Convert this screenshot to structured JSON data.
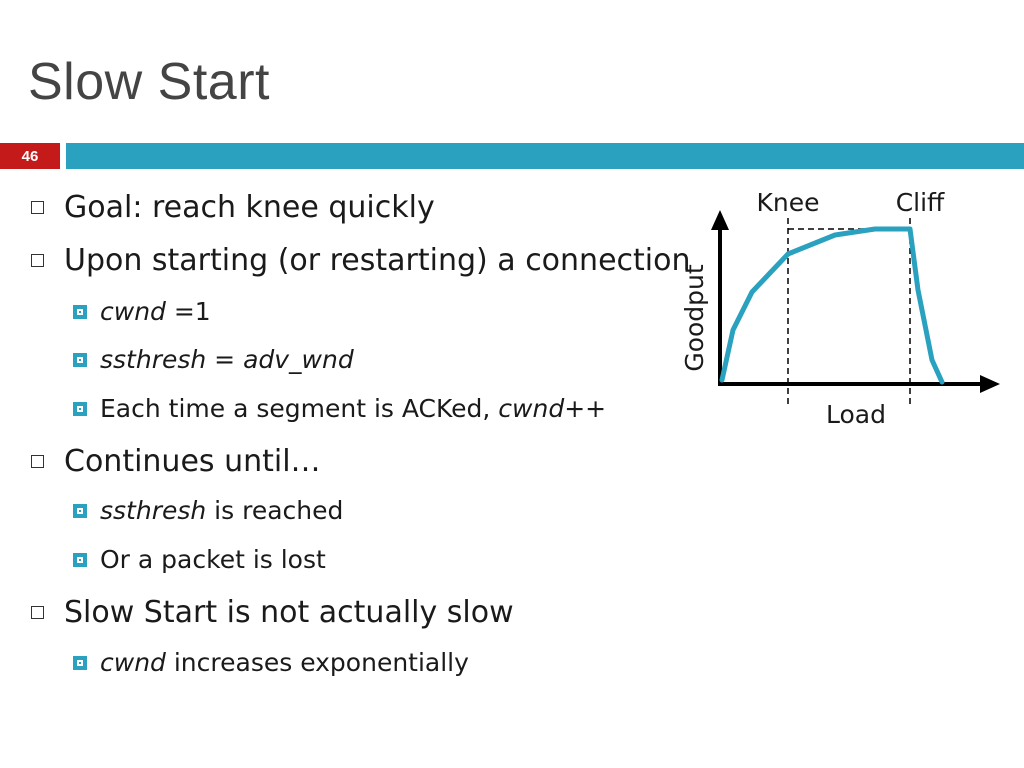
{
  "slide": {
    "title": "Slow Start",
    "number": "46",
    "accent_color": "#2aa2bf",
    "number_badge_color": "#c41a1a"
  },
  "bullets": [
    {
      "level": 1,
      "parts": [
        {
          "text": "Goal: reach knee quickly",
          "italic": false
        }
      ]
    },
    {
      "level": 1,
      "parts": [
        {
          "text": "Upon starting (or restarting) a connection",
          "italic": false
        }
      ]
    },
    {
      "level": 2,
      "parts": [
        {
          "text": "cwnd",
          "italic": true
        },
        {
          "text": " =1",
          "italic": false
        }
      ]
    },
    {
      "level": 2,
      "parts": [
        {
          "text": "ssthresh",
          "italic": true
        },
        {
          "text": " = ",
          "italic": false
        },
        {
          "text": "adv_wnd",
          "italic": true
        }
      ]
    },
    {
      "level": 2,
      "parts": [
        {
          "text": "Each time a segment is ACKed, ",
          "italic": false
        },
        {
          "text": "cwnd",
          "italic": true
        },
        {
          "text": "++",
          "italic": false
        }
      ]
    },
    {
      "level": 1,
      "parts": [
        {
          "text": "Continues until…",
          "italic": false
        }
      ]
    },
    {
      "level": 2,
      "parts": [
        {
          "text": "ssthresh",
          "italic": true
        },
        {
          "text": " is reached",
          "italic": false
        }
      ]
    },
    {
      "level": 2,
      "parts": [
        {
          "text": "Or a packet is lost",
          "italic": false
        }
      ]
    },
    {
      "level": 1,
      "parts": [
        {
          "text": "Slow Start is not actually slow",
          "italic": false
        }
      ]
    },
    {
      "level": 2,
      "parts": [
        {
          "text": "cwnd",
          "italic": true
        },
        {
          "text": " increases exponentially",
          "italic": false
        }
      ]
    }
  ],
  "diagram": {
    "knee_label": "Knee",
    "cliff_label": "Cliff",
    "y_axis_label": "Goodput",
    "x_axis_label": "Load",
    "curve_color": "#2aa2bf"
  }
}
